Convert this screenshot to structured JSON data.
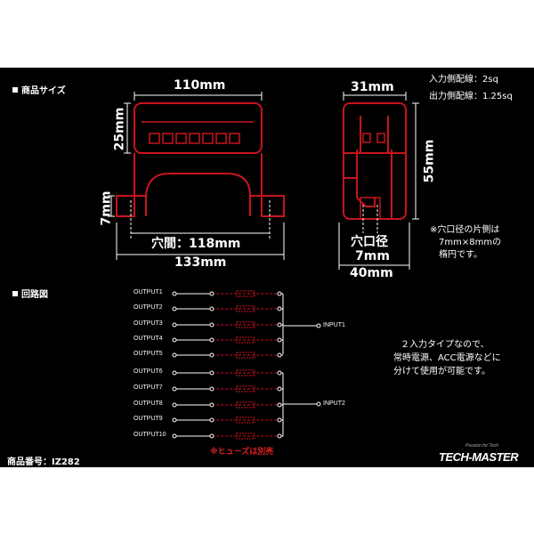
{
  "sections": {
    "size_title": "商品サイズ",
    "circuit_title": "回路図"
  },
  "specs": {
    "input_wire": "入力側配線：2sq",
    "output_wire": "出力側配線：1.25sq"
  },
  "dimensions": {
    "top_width": "110mm",
    "height_upper": "25mm",
    "height_lower": "7mm",
    "hole_pitch": "穴間：118mm",
    "total_width": "133mm",
    "side_top": "31mm",
    "side_height": "55mm",
    "hole_dia_label": "穴口径",
    "hole_dia_value": "7mm",
    "side_bottom": "40mm"
  },
  "hole_note": [
    "※穴口径の片側は",
    "7mm×8mmの",
    "楕円です。"
  ],
  "circuit": {
    "outputs": [
      "OUTPUT1",
      "OUTPUT2",
      "OUTPUT3",
      "OUTPUT4",
      "OUTPUT5",
      "OUTPUT6",
      "OUTPUT7",
      "OUTPUT8",
      "OUTPUT9",
      "OUTPUT10"
    ],
    "input1": "INPUT1",
    "input2": "INPUT2",
    "fuse_note": "※ヒューズは別売"
  },
  "description": [
    "２入力タイプなので、",
    "常時電源、ACC電源などに",
    "分けて使用が可能です。"
  ],
  "product_code": "商品番号：IZ282",
  "brand": {
    "name": "TECH-MASTER",
    "tagline": "Passion for Tech"
  },
  "colors": {
    "background": "#000000",
    "outline_red": "#c8141e",
    "text": "#ffffff"
  }
}
